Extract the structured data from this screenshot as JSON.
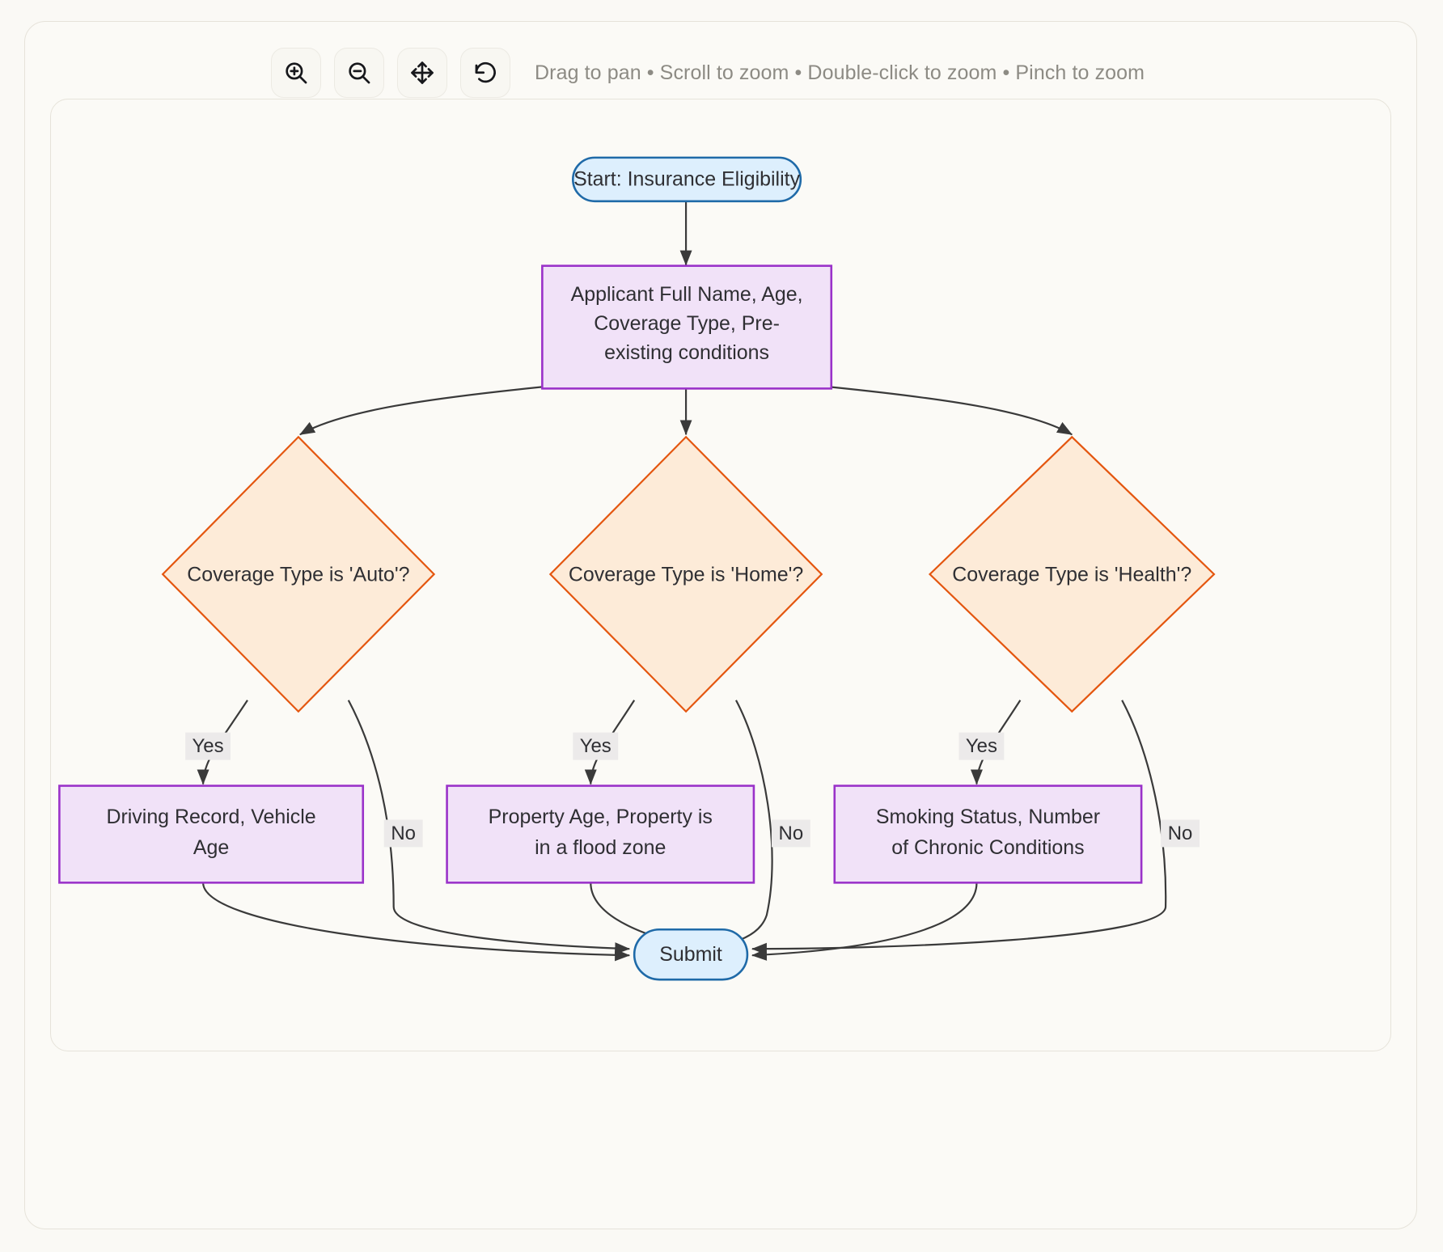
{
  "toolbar": {
    "buttons": [
      {
        "name": "zoom-in-icon",
        "label": "Zoom in"
      },
      {
        "name": "zoom-out-icon",
        "label": "Zoom out"
      },
      {
        "name": "pan-icon",
        "label": "Pan"
      },
      {
        "name": "reset-icon",
        "label": "Reset view"
      }
    ],
    "hint": "Drag to pan • Scroll to zoom • Double-click to zoom • Pinch to zoom"
  },
  "colors": {
    "background": "#faf9f5",
    "terminal_fill": "#ddeffd",
    "terminal_stroke": "#1f6aa8",
    "process_fill": "#f1e2f8",
    "process_stroke": "#9a32c9",
    "decision_fill": "#fdebd8",
    "decision_stroke": "#e4560f",
    "edge_stroke": "#3a3a3a",
    "edge_label_bg": "#eceaea",
    "text": "#2f2f33"
  },
  "diagram": {
    "type": "flowchart",
    "nodes": [
      {
        "id": "start",
        "shape": "stadium",
        "text": "Start: Insurance Eligibility"
      },
      {
        "id": "applicant",
        "shape": "rect",
        "lines": [
          "Applicant Full Name, Age,",
          "Coverage Type, Pre-",
          "existing conditions"
        ]
      },
      {
        "id": "auto",
        "shape": "diamond",
        "text": "Coverage Type is 'Auto'?"
      },
      {
        "id": "home",
        "shape": "diamond",
        "text": "Coverage Type is 'Home'?"
      },
      {
        "id": "health",
        "shape": "diamond",
        "text": "Coverage Type is 'Health'?"
      },
      {
        "id": "driving",
        "shape": "rect",
        "lines": [
          "Driving Record, Vehicle",
          "Age"
        ]
      },
      {
        "id": "property",
        "shape": "rect",
        "lines": [
          "Property Age, Property is",
          "in a flood zone"
        ]
      },
      {
        "id": "smoking",
        "shape": "rect",
        "lines": [
          "Smoking Status, Number",
          "of Chronic Conditions"
        ]
      },
      {
        "id": "submit",
        "shape": "stadium",
        "text": "Submit"
      }
    ],
    "edges": [
      {
        "from": "start",
        "to": "applicant",
        "label": ""
      },
      {
        "from": "applicant",
        "to": "auto",
        "label": ""
      },
      {
        "from": "applicant",
        "to": "home",
        "label": ""
      },
      {
        "from": "applicant",
        "to": "health",
        "label": ""
      },
      {
        "from": "auto",
        "to": "driving",
        "label": "Yes"
      },
      {
        "from": "auto",
        "to": "submit",
        "label": "No"
      },
      {
        "from": "home",
        "to": "property",
        "label": "Yes"
      },
      {
        "from": "home",
        "to": "submit",
        "label": "No"
      },
      {
        "from": "health",
        "to": "smoking",
        "label": "Yes"
      },
      {
        "from": "health",
        "to": "submit",
        "label": "No"
      },
      {
        "from": "driving",
        "to": "submit",
        "label": ""
      },
      {
        "from": "property",
        "to": "submit",
        "label": ""
      },
      {
        "from": "smoking",
        "to": "submit",
        "label": ""
      }
    ]
  }
}
